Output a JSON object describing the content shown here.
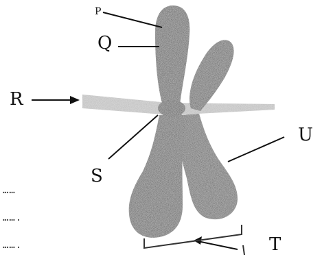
{
  "labels": {
    "p": "P",
    "q": "Q",
    "r": "R",
    "s": "S",
    "t": "T",
    "u": "U"
  },
  "answer_lines": [
    "……",
    "…….",
    "……."
  ],
  "colors": {
    "chromatid": "#3d3d3d",
    "fibre": "#8a8a8a",
    "ink": "#111111"
  }
}
